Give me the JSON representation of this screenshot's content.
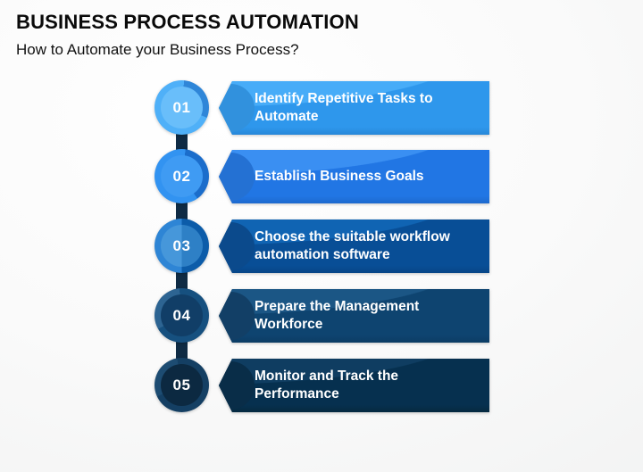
{
  "slide": {
    "title": "BUSINESS PROCESS AUTOMATION",
    "subtitle": "How to Automate your Business Process?"
  },
  "steps": [
    {
      "number": "01",
      "label": "Identify Repetitive Tasks to Automate",
      "colors": {
        "banner_base": "#2E97EC",
        "banner_light": "#47ACF8",
        "banner_notch": "#3191DD",
        "banner_edge": "#2787D8",
        "ring": "#4FB0F8",
        "ring_accent": "#2F86D8",
        "inner": "#69BEFA"
      }
    },
    {
      "number": "02",
      "label": "Establish Business Goals",
      "colors": {
        "banner_base": "#2176E4",
        "banner_light": "#3A8FF2",
        "banner_notch": "#2471D3",
        "banner_edge": "#1D69CE",
        "ring": "#3293F1",
        "ring_accent": "#1B6DCB",
        "inner": "#3F9BF3"
      }
    },
    {
      "number": "03",
      "label": "Choose the suitable workflow automation software",
      "colors": {
        "banner_base": "#084E96",
        "banner_light": "#1064B3",
        "banner_notch": "#0B4A8C",
        "banner_edge": "#074587",
        "ring": "#2E85D5",
        "ring_accent": "#0C5CA9",
        "inner": "#4697DA",
        "inner2": "#2E80C6"
      }
    },
    {
      "number": "04",
      "label": "Prepare the Management Workforce",
      "colors": {
        "banner_base": "#0E4470",
        "banner_light": "#1B5685",
        "banner_notch": "#123F66",
        "banner_edge": "#0C3C64",
        "ring": "#16507F",
        "ring_accent": "#2D6492",
        "inner": "#113E67"
      }
    },
    {
      "number": "05",
      "label": "Monitor and Track the Performance",
      "colors": {
        "banner_base": "#06304F",
        "banner_light": "#0F3D61",
        "banner_notch": "#092D48",
        "banner_edge": "#052940",
        "ring": "#143F63",
        "ring_accent": "#1D4C72",
        "inner": "#0C2941"
      }
    }
  ],
  "colors": {
    "connector": "#0F2B44",
    "banner_text": "#FFFFFF"
  }
}
